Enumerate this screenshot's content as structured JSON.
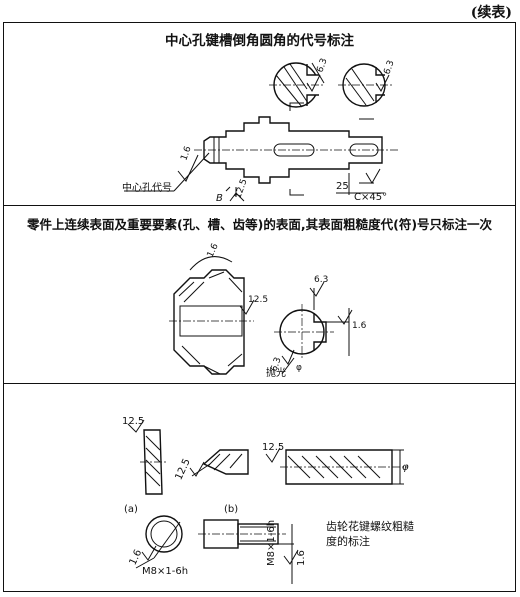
{
  "continued_label": "(续表)",
  "section1": {
    "title": "中心孔键槽倒角圆角的代号标注",
    "labels": {
      "center_hole_code": "中心孔代号",
      "r16": "1.6",
      "r125": "12.5",
      "b": "B",
      "r63a": "6.3",
      "r63b": "6.3",
      "r25": "25",
      "chamfer": "C×45°"
    }
  },
  "section2": {
    "title": "零件上连续表面及重要要素(孔、槽、齿等)的表面,其表面粗糙度代(符)号只标注一次",
    "labels": {
      "r16a": "1.6",
      "r125": "12.5",
      "r63a": "6.3",
      "r16b": "1.6",
      "r63b": "6.3",
      "phi": "φ",
      "polish": "抛光"
    }
  },
  "section3": {
    "labels": {
      "r125a": "12.5",
      "r125b": "12.5",
      "r125c": "12.5",
      "r16a": "1.6",
      "r16b": "1.6",
      "fig_a": "(a)",
      "fig_b": "(b)",
      "thread1": "M8×1-6h",
      "thread2": "M8×1-6h",
      "phi": "φ"
    },
    "note": "齿轮花键螺纹粗糙度的标注"
  }
}
